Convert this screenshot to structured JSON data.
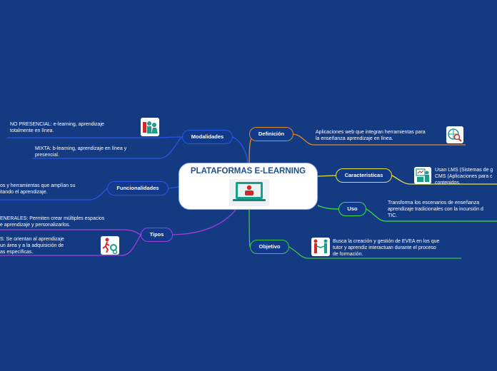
{
  "central": {
    "title": "PLATAFORMAS E-LEARNING"
  },
  "branches": {
    "modalidades": {
      "label": "Modalidades",
      "leaves": [
        "NO PRESENCIAL: e-learning, aprendizaje\ntotalmente en línea.",
        "MIXTA: b-learning, aprendizaje en línea y\npresencial."
      ]
    },
    "funcionalidades": {
      "label": "Funcionalidades",
      "leaves": [
        "os y herramientas que amplían su\nitando el aprendizaje."
      ]
    },
    "tipos": {
      "label": "Tipos",
      "leaves": [
        "ENERALES: Permiten crear múltiples espacios\ne aprendizaje y personalizarlos.",
        "S: Se orientan al aprendizaje\n un área y a    la adquisición de\nas específicas."
      ]
    },
    "definicion": {
      "label": "Definición",
      "leaves": [
        "Aplicaciones web que integran herramientas para\nla enseñanza aprendizaje en línea."
      ]
    },
    "caracteristicas": {
      "label": "Caracteristicas",
      "leaves": [
        "Usan LMS (Sistemas de g\nCMS (Aplicaciones para c\ncontenidos."
      ]
    },
    "uso": {
      "label": "Uso",
      "leaves": [
        "Transforma los escenarios de enseñanza\naprendizaje tradicionales con la incursión d\nTIC."
      ]
    },
    "objetivo": {
      "label": "Objetivo",
      "leaves": [
        "Busca la creación y gestión de EVEA en los que\ntutor y aprendiz interactuan durante el proceso\nde formación."
      ]
    }
  },
  "colors": {
    "background": "#143a82",
    "modalidades": "#2a56e6",
    "funcionalidades": "#2a56e6",
    "tipos": "#a43ee0",
    "definicion": "#e08a2a",
    "caracteristicas": "#e6e236",
    "uso": "#3ee03e",
    "objetivo": "#3ec83e"
  },
  "icons": [
    "people-icon",
    "globe-search-icon",
    "presentation-icon",
    "runner-gears-icon",
    "handshake-icon",
    "laptop-user-icon"
  ]
}
